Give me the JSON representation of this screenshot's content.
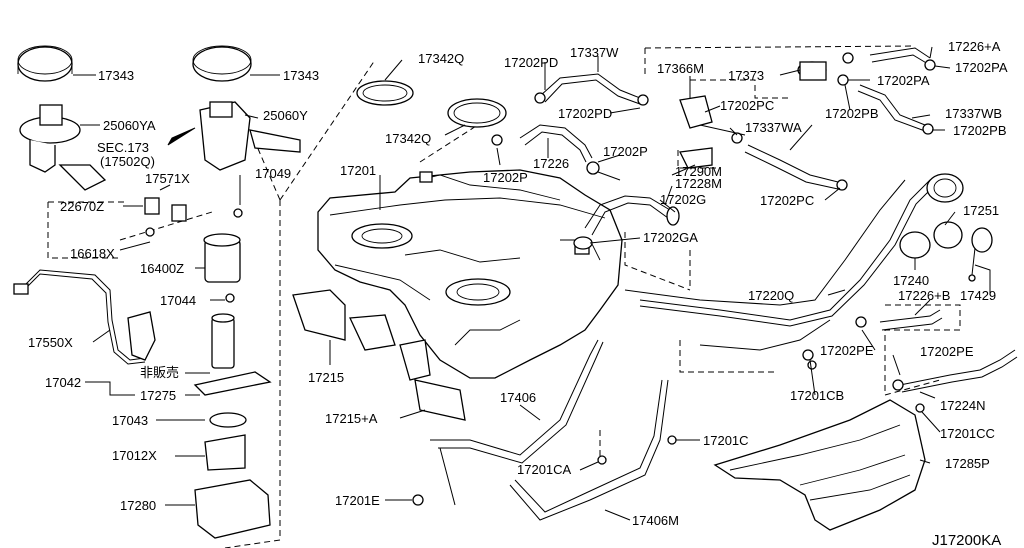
{
  "diagram": {
    "reference_code": "J17200KA",
    "labels": [
      "17343",
      "25060YA",
      "SEC.173",
      "(17502Q)",
      "17571X",
      "22670Z",
      "16618X",
      "17550X",
      "17042",
      "非販売",
      "17275",
      "17043",
      "17012X",
      "17280",
      "17343",
      "25060Y",
      "17049",
      "16400Z",
      "17044",
      "17215",
      "17215+A",
      "17342Q",
      "17342Q",
      "17201",
      "17202PD",
      "17337W",
      "17202PD",
      "17226",
      "17202P",
      "17202P",
      "17366M",
      "17373",
      "17202PC",
      "17290M",
      "17228M",
      "17202G",
      "17202GA",
      "17226+A",
      "17202PA",
      "17202PA",
      "17202PB",
      "17337WB",
      "17337WA",
      "17202PB",
      "17202PC",
      "17251",
      "17240",
      "17429",
      "17220Q",
      "17226+B",
      "17202PE",
      "17202PE",
      "17201CB",
      "17224N",
      "17201CC",
      "17285P",
      "17406",
      "17201C",
      "17201CA",
      "17201E",
      "17406M"
    ]
  }
}
